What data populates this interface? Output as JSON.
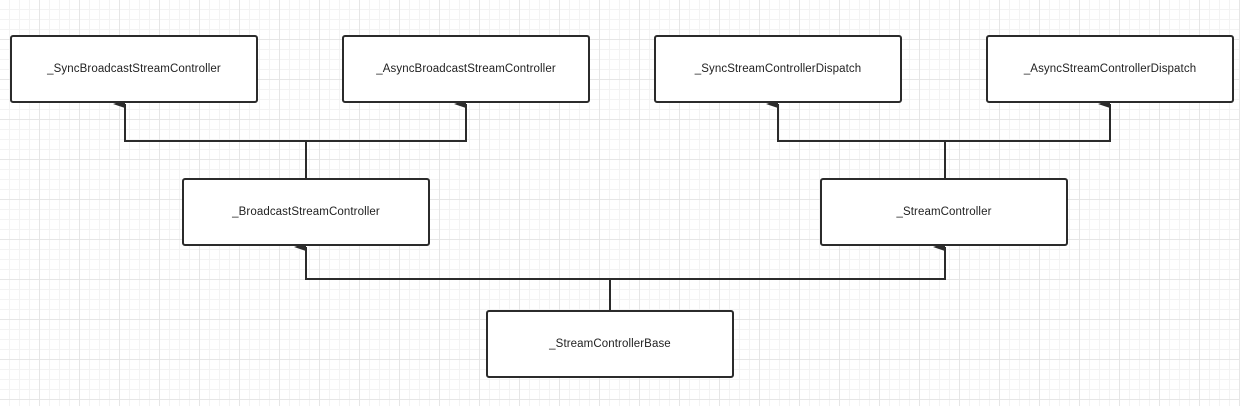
{
  "diagram": {
    "nodes": {
      "sync_broadcast": "_SyncBroadcastStreamController",
      "async_broadcast": "_AsyncBroadcastStreamController",
      "sync_dispatch": "_SyncStreamControllerDispatch",
      "async_dispatch": "_AsyncStreamControllerDispatch",
      "broadcast": "_BroadcastStreamController",
      "stream": "_StreamController",
      "base": "_StreamControllerBase"
    },
    "edges": [
      {
        "from": "broadcast",
        "to": "sync_broadcast"
      },
      {
        "from": "broadcast",
        "to": "async_broadcast"
      },
      {
        "from": "stream",
        "to": "sync_dispatch"
      },
      {
        "from": "stream",
        "to": "async_dispatch"
      },
      {
        "from": "base",
        "to": "broadcast"
      },
      {
        "from": "base",
        "to": "stream"
      }
    ]
  }
}
